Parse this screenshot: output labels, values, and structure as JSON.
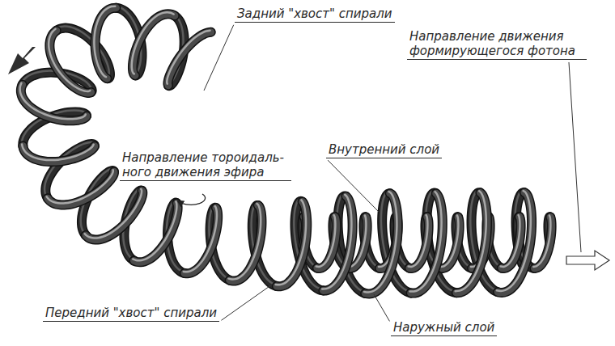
{
  "diagram": {
    "labels": [
      "Задний \"хвост\" спирали",
      "Направление движения формирующегося фотона",
      "Направление тороидаль- ного движения эфира",
      "Внутренний слой",
      "Передний \"хвост\" спирали",
      "Наружный слой"
    ]
  }
}
